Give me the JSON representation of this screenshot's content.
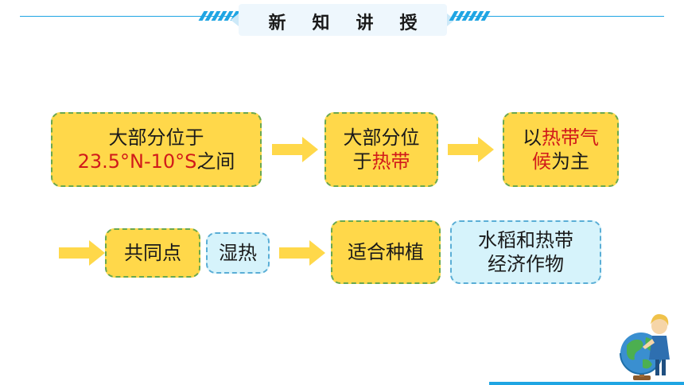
{
  "header": {
    "title": "新知讲授"
  },
  "flow_row1": {
    "box1": {
      "part1": "大部分位于",
      "part2_red": "23.5°N-10°S",
      "part3": "之间"
    },
    "box2": {
      "part1": "大部分位",
      "part2": "于",
      "part3_red": "热带"
    },
    "box3": {
      "part1": "以",
      "part2_red": "热带气",
      "part3_red": "候",
      "part4": "为主"
    }
  },
  "flow_row2": {
    "common": "共同点",
    "feature": "湿热",
    "suitable": "适合种植",
    "crops": "水稻和热带经济作物"
  },
  "colors": {
    "yellow_box": "#ffd84a",
    "cyan_box": "#d6f3fb",
    "arrow": "#ffd84a",
    "highlight": "#d11a1a",
    "accent": "#1fa5e3"
  }
}
